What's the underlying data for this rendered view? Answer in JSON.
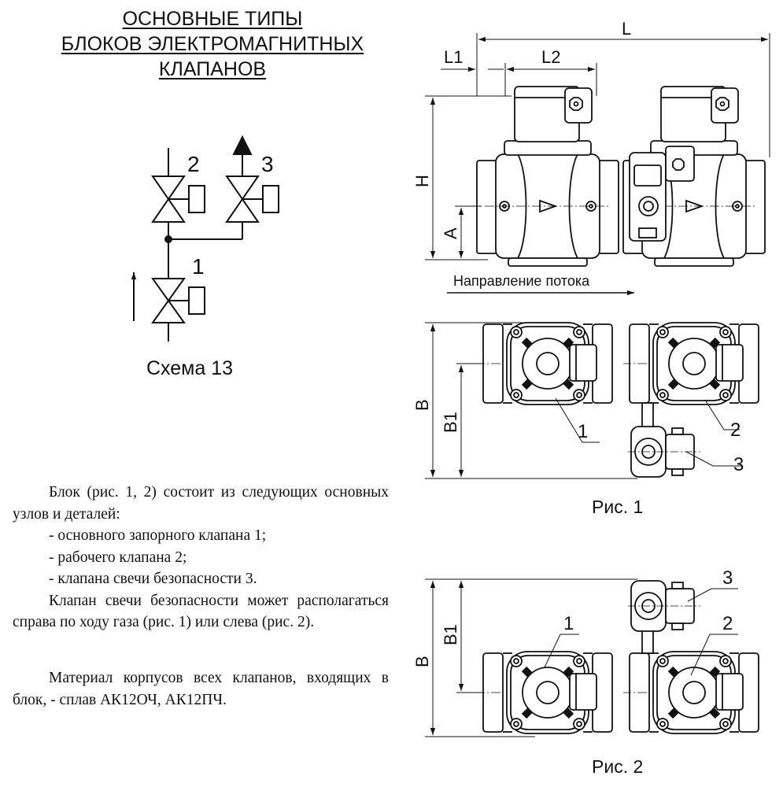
{
  "title": {
    "line1": "ОСНОВНЫЕ ТИПЫ",
    "line2": "БЛОКОВ ЭЛЕКТРОМАГНИТНЫХ",
    "line3": "КЛАПАНОВ"
  },
  "scheme": {
    "caption": "Схема 13",
    "labels": [
      "1",
      "2",
      "3"
    ]
  },
  "description": {
    "intro": "Блок (рис. 1, 2) состоит из следующих основных узлов и деталей:",
    "items": [
      "- основного запорного клапана 1;",
      "- рабочего клапана 2;",
      "- клапана свечи безопасности 3."
    ],
    "placement": "Клапан свечи безопасности может располагаться справа по ходу газа (рис. 1) или слева (рис. 2).",
    "material": "Материал корпусов всех клапанов, входящих в блок, - сплав АК12ОЧ, АК12ПЧ."
  },
  "fig1": {
    "caption": "Рис. 1",
    "flow_label": "Направление потока",
    "dims": {
      "L": "L",
      "L1": "L1",
      "L2": "L2",
      "H": "H",
      "A": "A",
      "B": "B",
      "B1": "B1"
    },
    "parts": [
      "1",
      "2",
      "3"
    ]
  },
  "fig2": {
    "caption": "Рис. 2",
    "dims": {
      "B": "B",
      "B1": "B1"
    },
    "parts": [
      "1",
      "2",
      "3"
    ]
  }
}
